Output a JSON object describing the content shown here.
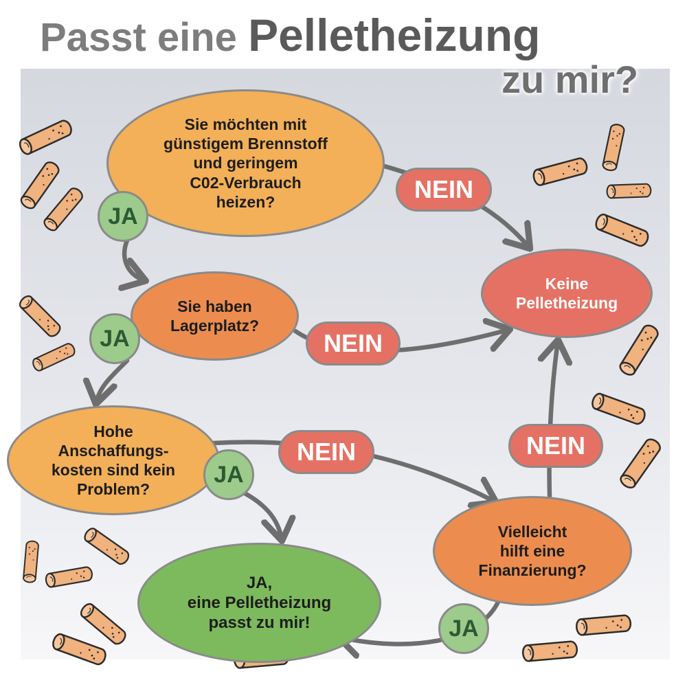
{
  "title": {
    "line1_prefix": "Passt eine ",
    "line1_strong": "Pelletheizung",
    "line2": "zu mir?"
  },
  "nodes": {
    "q1": "Sie möchten mit\ngünstigem Brennstoff\nund geringem\nC02-Verbrauch\nheizen?",
    "q2": "Sie haben\nLagerplatz?",
    "q3": "Hohe\nAnschaffungs-\nkosten sind kein\nProblem?",
    "keine": "Keine\nPelletheizung",
    "finanz": "Vielleicht\nhilft eine\nFinanzierung?",
    "result": "JA,\neine Pelletheizung\npasst zu mir!"
  },
  "labels": {
    "ja": "JA",
    "nein": "NEIN"
  },
  "colors": {
    "light_orange": "#f3b058",
    "dark_orange": "#ec8d4f",
    "red": "#e57164",
    "green": "#7dba5d",
    "light_green": "#9ccb8b",
    "arrow": "#6e6e6e",
    "pellet": "#f0b27e"
  },
  "icons": [
    "wood-pellet-icon",
    "arrow-icon"
  ]
}
